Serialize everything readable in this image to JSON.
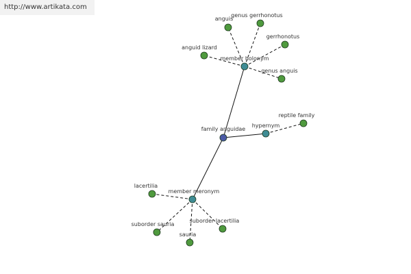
{
  "header": {
    "url": "http://www.artikata.com"
  },
  "colors": {
    "root_node": "#4b5aa6",
    "relation_node": "#3f8c94",
    "leaf_node": "#4f9a3e",
    "node_stroke": "#1f3a1f",
    "edge": "#111111"
  },
  "graph": {
    "root": {
      "id": "family-anguidae",
      "label": "family anguidae"
    },
    "relations": [
      {
        "id": "member-holonym",
        "label": "member holonym",
        "children": [
          {
            "id": "anguis",
            "label": "anguis"
          },
          {
            "id": "genus-gerrhonotus",
            "label": "genus gerrhonotus"
          },
          {
            "id": "gerrhonotus",
            "label": "gerrhonotus"
          },
          {
            "id": "anguid-lizard",
            "label": "anguid lizard"
          },
          {
            "id": "genus-anguis",
            "label": "genus anguis"
          }
        ]
      },
      {
        "id": "hypernym",
        "label": "hypernym",
        "children": [
          {
            "id": "reptile-family",
            "label": "reptile family"
          }
        ]
      },
      {
        "id": "member-meronym",
        "label": "member meronym",
        "children": [
          {
            "id": "lacertilia",
            "label": "lacertilia"
          },
          {
            "id": "suborder-sauria",
            "label": "suborder sauria"
          },
          {
            "id": "suborder-lacertilia",
            "label": "suborder lacertilia"
          },
          {
            "id": "sauria",
            "label": "sauria"
          }
        ]
      }
    ]
  }
}
